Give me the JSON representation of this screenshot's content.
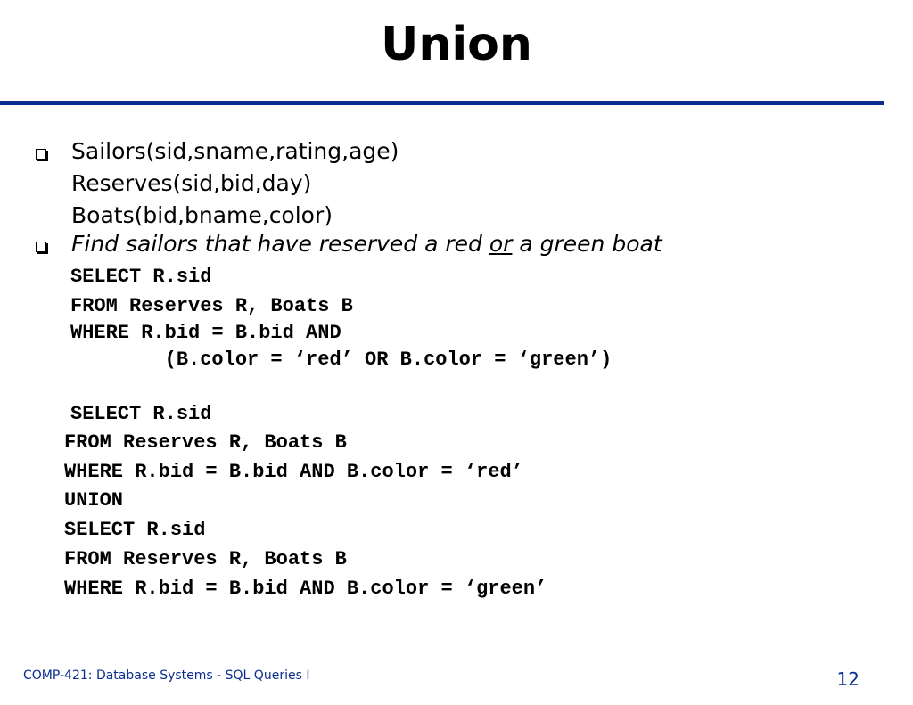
{
  "slide": {
    "title": "Union",
    "schema": [
      "Sailors(sid,sname,rating,age)",
      "Reserves(sid,bid,day)",
      "Boats(bid,bname,color)"
    ],
    "task": {
      "before": "Find sailors that have reserved a red ",
      "underlined": "or",
      "after": " a green boat"
    },
    "query1": [
      "SELECT R.sid",
      "FROM Reserves R, Boats B",
      "WHERE R.bid = B.bid AND",
      "        (B.color = ‘red’ OR B.color = ‘green’)"
    ],
    "query2": [
      "SELECT R.sid",
      "FROM Reserves R, Boats B",
      "WHERE R.bid = B.bid AND B.color = ‘red’",
      "UNION",
      "SELECT R.sid",
      "FROM Reserves R, Boats B",
      "WHERE R.bid = B.bid AND B.color = ‘green’"
    ]
  },
  "footer": {
    "course": "COMP-421: Database Systems - SQL Queries I",
    "page_number": "12"
  },
  "colors": {
    "accent": "#0b2d8f",
    "text": "#000000",
    "background": "#ffffff"
  }
}
